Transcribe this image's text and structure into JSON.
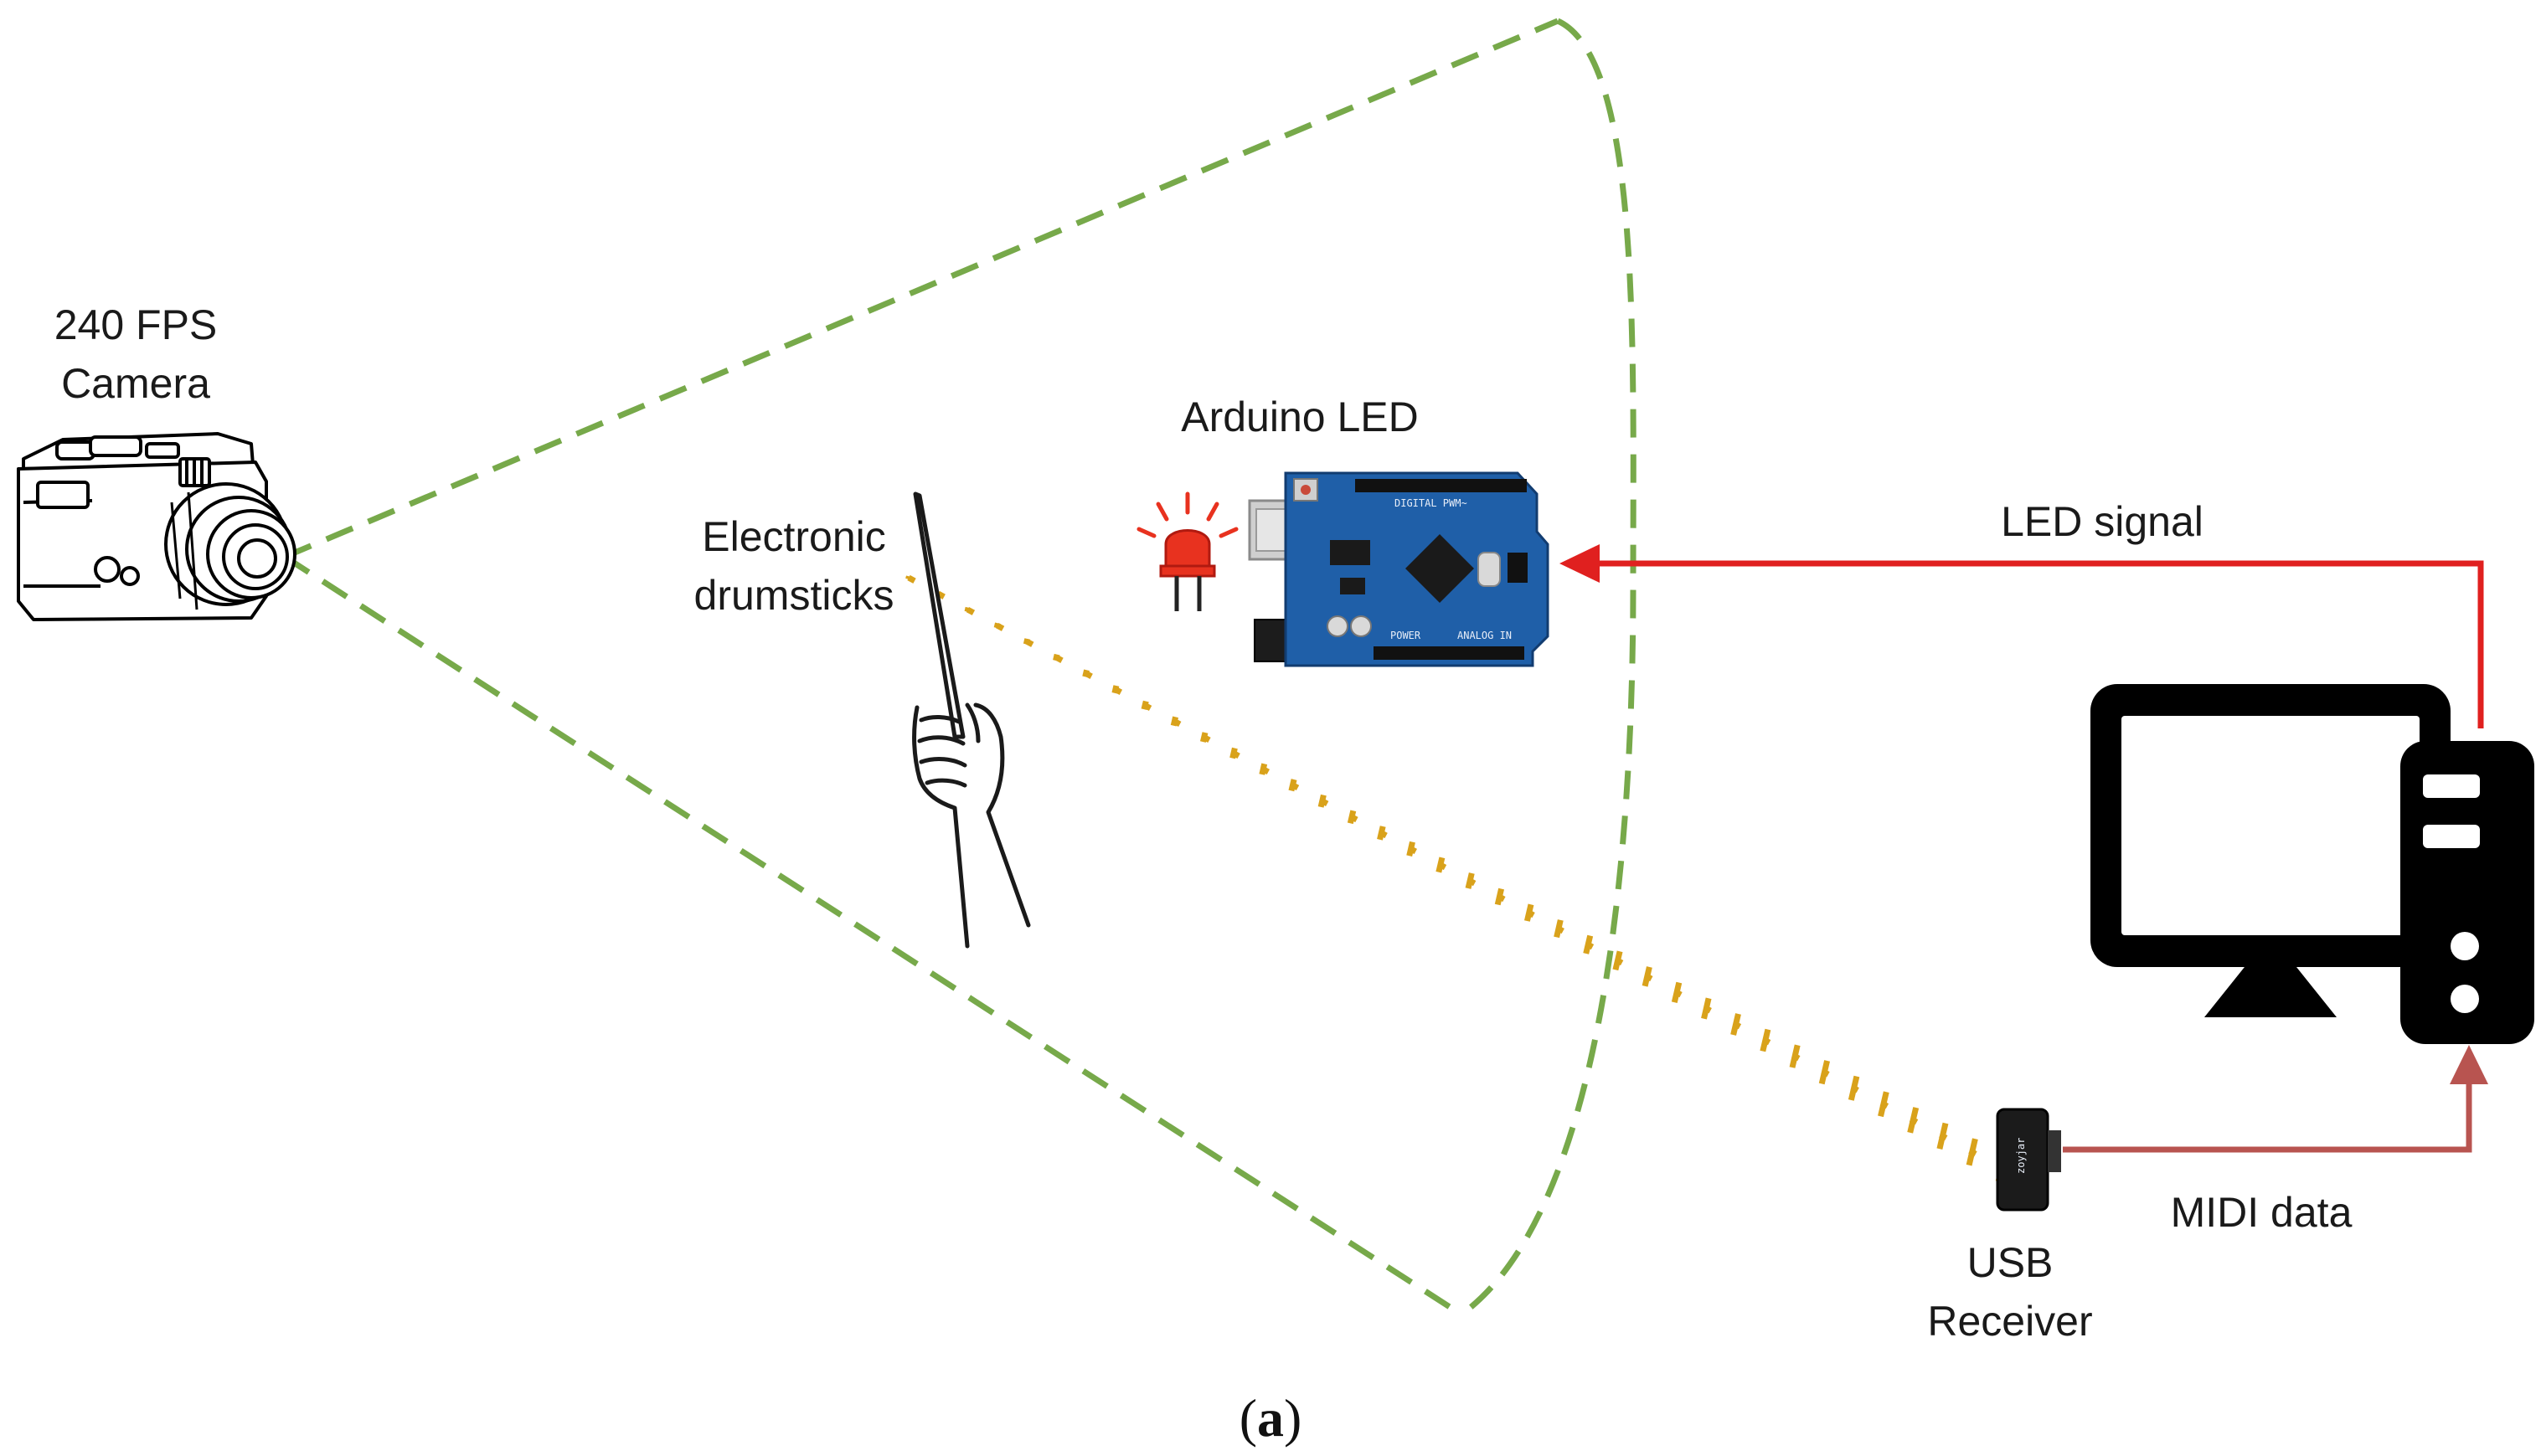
{
  "labels": {
    "camera_line1": "240 FPS",
    "camera_line2": "Camera",
    "drumsticks_line1": "Electronic",
    "drumsticks_line2": "drumsticks",
    "arduino": "Arduino LED",
    "led_signal": "LED signal",
    "midi_data": "MIDI data",
    "usb_line1": "USB",
    "usb_line2": "Receiver"
  },
  "caption": {
    "open": "(",
    "letter": "a",
    "close": ")"
  },
  "colors": {
    "fov_cone": "#77a94a",
    "wireless_signal": "#d9a21b",
    "led_signal_arrow": "#e0201f",
    "midi_arrow": "#b85450",
    "arduino_board": "#1f5fa8",
    "led_red": "#e8321f",
    "computer": "#000000"
  },
  "icons": {
    "camera": "camera-icon",
    "drumstick": "drumstick-hand-icon",
    "led": "led-icon",
    "arduino": "arduino-board-icon",
    "computer": "desktop-computer-icon",
    "usb": "usb-receiver-icon"
  }
}
